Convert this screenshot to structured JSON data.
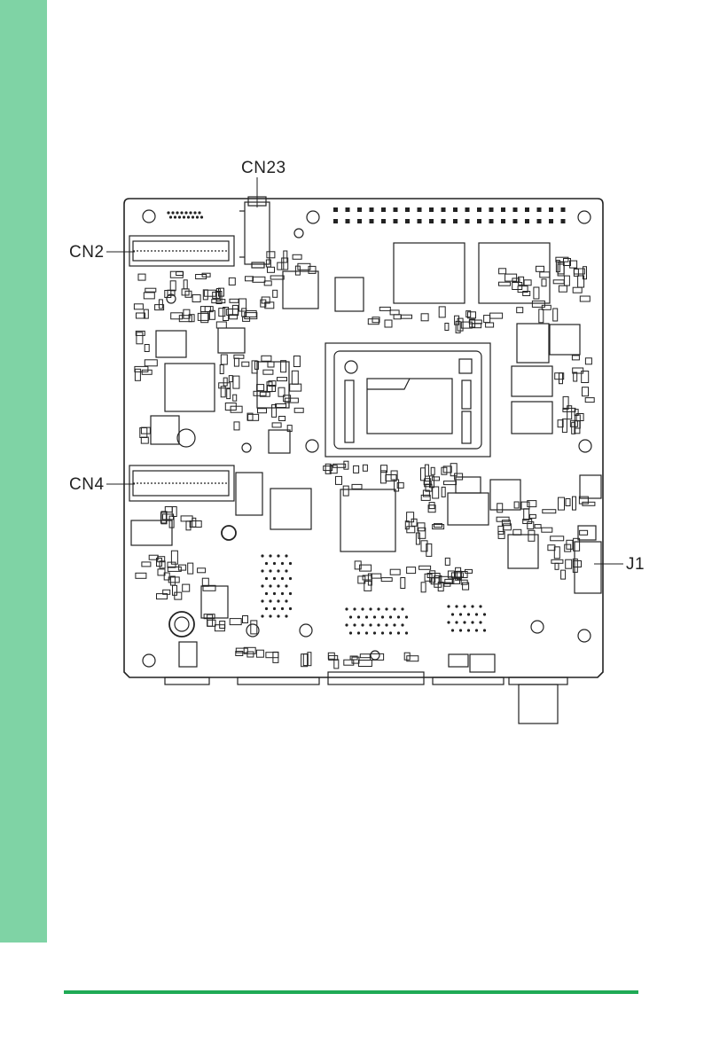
{
  "page": {
    "accent_color": "#7fd3a5",
    "footer_rule_color": "#1faa55"
  },
  "figure": {
    "callouts": {
      "cn23": "CN23",
      "cn2": "CN2",
      "cn4": "CN4",
      "j1": "J1"
    }
  }
}
